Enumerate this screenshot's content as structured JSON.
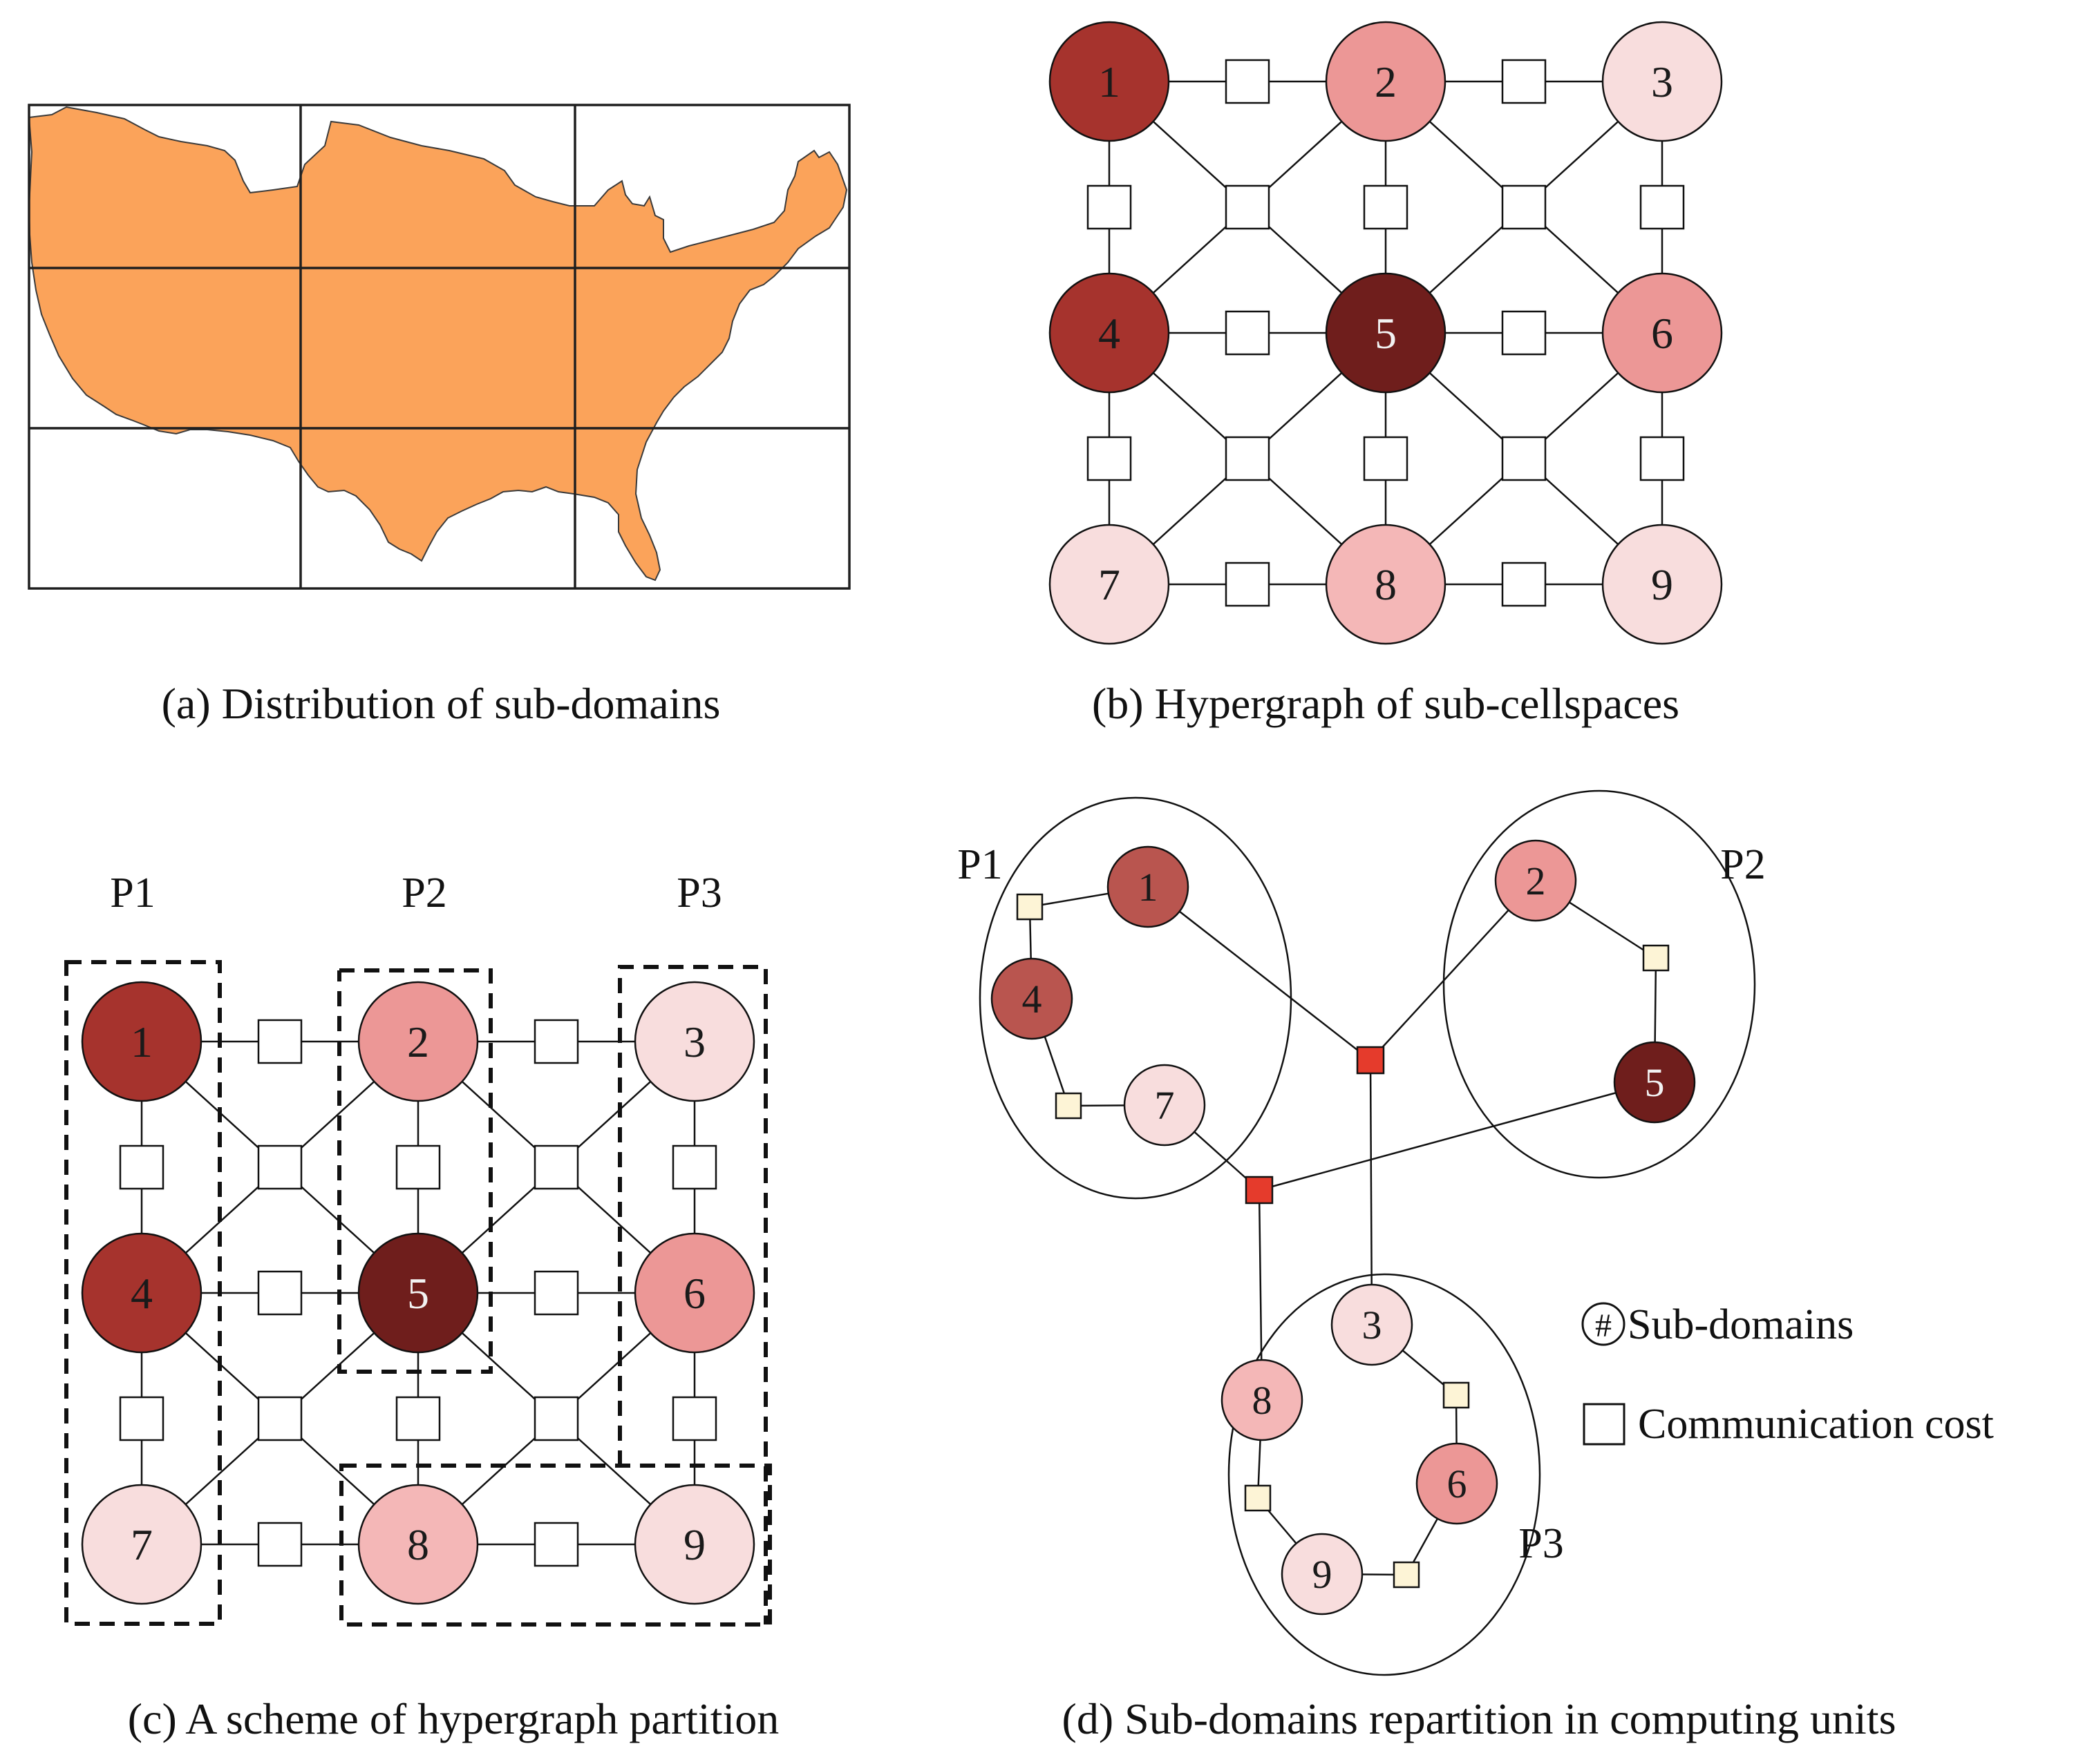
{
  "panels": {
    "a": {
      "caption": "(a) Distribution of sub-domains",
      "map_color": "#fba35a"
    },
    "b": {
      "caption": "(b) Hypergraph of sub-cellspaces",
      "nodes": [
        {
          "id": "1",
          "color": "#a6332d"
        },
        {
          "id": "2",
          "color": "#ec9796"
        },
        {
          "id": "3",
          "color": "#f8dddd"
        },
        {
          "id": "4",
          "color": "#a6332d"
        },
        {
          "id": "5",
          "color": "#6f1e1c"
        },
        {
          "id": "6",
          "color": "#ec9796"
        },
        {
          "id": "7",
          "color": "#f8dddd"
        },
        {
          "id": "8",
          "color": "#f4b7b7"
        },
        {
          "id": "9",
          "color": "#f8dddd"
        }
      ]
    },
    "c": {
      "caption": "(c) A scheme of hypergraph partition",
      "partitions": [
        "P1",
        "P2",
        "P3"
      ]
    },
    "d": {
      "caption": "(d) Sub-domains repartition in computing units",
      "partitions": [
        "P1",
        "P2",
        "P3"
      ],
      "nodes": [
        {
          "id": "1",
          "color": "#b9554f"
        },
        {
          "id": "2",
          "color": "#ec9796"
        },
        {
          "id": "3",
          "color": "#f8dddd"
        },
        {
          "id": "4",
          "color": "#b9554f"
        },
        {
          "id": "5",
          "color": "#6f1e1c"
        },
        {
          "id": "6",
          "color": "#ec9796"
        },
        {
          "id": "7",
          "color": "#f8dddd"
        },
        {
          "id": "8",
          "color": "#f4b7b7"
        },
        {
          "id": "9",
          "color": "#f8dddd"
        }
      ],
      "local_cost_color": "#fdf4d6",
      "cross_cost_color": "#e53b2c"
    }
  },
  "legend": {
    "node_symbol": "#",
    "node_label": "Sub-domains",
    "cost_label": "Communication cost"
  }
}
